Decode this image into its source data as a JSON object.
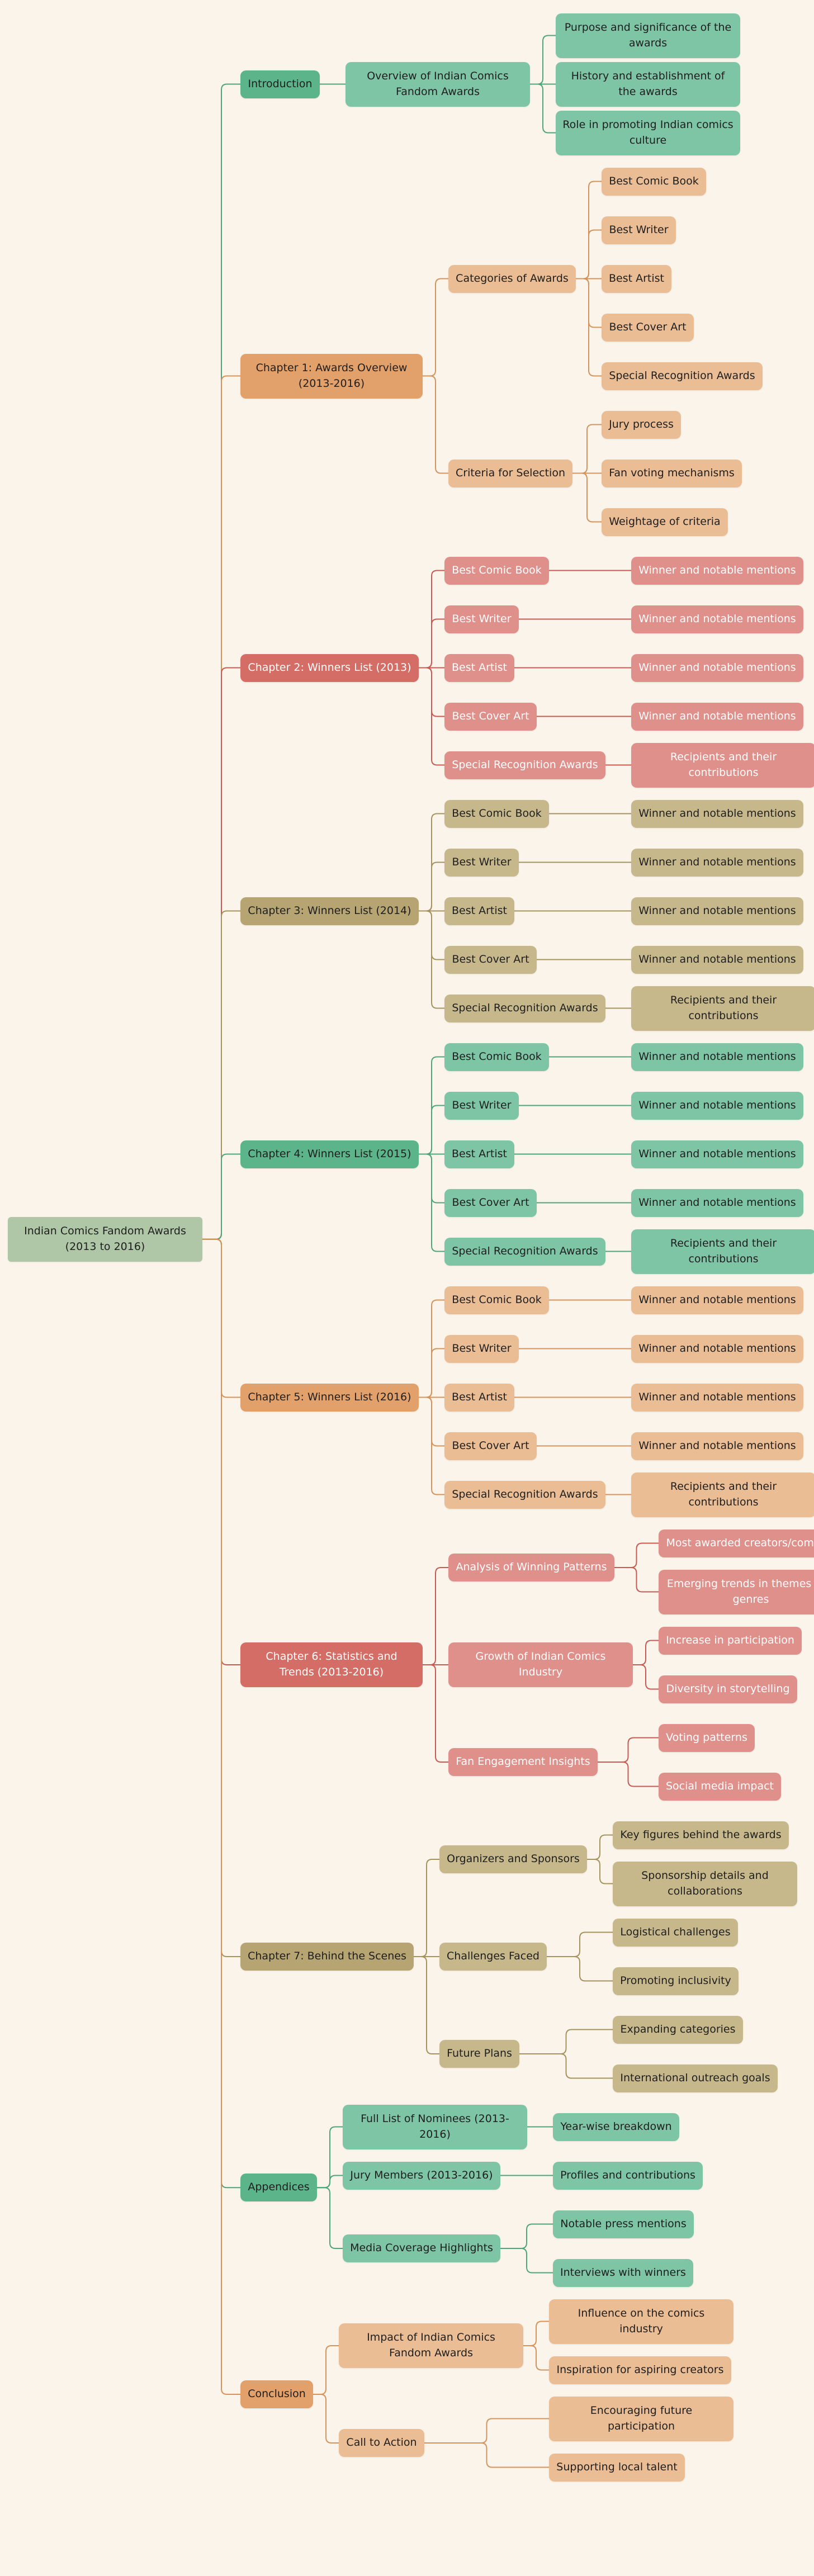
{
  "palette": {
    "green": {
      "l1": "#5cb48a",
      "l2": "#7ec5a5",
      "l3": "#7ec5a5",
      "line": "#4fa57a",
      "text1": "#1e1e1e"
    },
    "orange": {
      "l1": "#e2a06b",
      "l2": "#ebbd94",
      "l3": "#ebbd94",
      "line": "#d4935c",
      "text1": "#1e1e1e"
    },
    "red": {
      "l1": "#d46d65",
      "l2": "#df908b",
      "l3": "#df908b",
      "line": "#c75a52",
      "text1": "#ffffff"
    },
    "olive": {
      "l1": "#b6a472",
      "l2": "#c7b88c",
      "l3": "#c7b88c",
      "line": "#a5935f",
      "text1": "#1e1e1e"
    }
  },
  "root": {
    "label": "Indian Comics Fandom Awards (2013 to 2016)",
    "children": [
      {
        "label": "Introduction",
        "color": "green",
        "children": [
          {
            "label": "Overview of Indian Comics Fandom Awards",
            "children": [
              {
                "label": "Purpose and significance of the awards"
              },
              {
                "label": "History and establishment of the awards"
              },
              {
                "label": "Role in promoting Indian comics culture"
              }
            ]
          }
        ]
      },
      {
        "label": "Chapter 1: Awards Overview (2013-2016)",
        "color": "orange",
        "children": [
          {
            "label": "Categories of Awards",
            "children": [
              {
                "label": "Best Comic Book"
              },
              {
                "label": "Best Writer"
              },
              {
                "label": "Best Artist"
              },
              {
                "label": "Best Cover Art"
              },
              {
                "label": "Special Recognition Awards"
              }
            ]
          },
          {
            "label": "Criteria for Selection",
            "children": [
              {
                "label": "Jury process"
              },
              {
                "label": "Fan voting mechanisms"
              },
              {
                "label": "Weightage of criteria"
              }
            ]
          }
        ]
      },
      {
        "label": "Chapter 2: Winners List (2013)",
        "color": "red",
        "children": [
          {
            "label": "Best Comic Book",
            "children": [
              {
                "label": "Winner and notable mentions"
              }
            ]
          },
          {
            "label": "Best Writer",
            "children": [
              {
                "label": "Winner and notable mentions"
              }
            ]
          },
          {
            "label": "Best Artist",
            "children": [
              {
                "label": "Winner and notable mentions"
              }
            ]
          },
          {
            "label": "Best Cover Art",
            "children": [
              {
                "label": "Winner and notable mentions"
              }
            ]
          },
          {
            "label": "Special Recognition Awards",
            "children": [
              {
                "label": "Recipients and their contributions"
              }
            ]
          }
        ]
      },
      {
        "label": "Chapter 3: Winners List (2014)",
        "color": "olive",
        "children": [
          {
            "label": "Best Comic Book",
            "children": [
              {
                "label": "Winner and notable mentions"
              }
            ]
          },
          {
            "label": "Best Writer",
            "children": [
              {
                "label": "Winner and notable mentions"
              }
            ]
          },
          {
            "label": "Best Artist",
            "children": [
              {
                "label": "Winner and notable mentions"
              }
            ]
          },
          {
            "label": "Best Cover Art",
            "children": [
              {
                "label": "Winner and notable mentions"
              }
            ]
          },
          {
            "label": "Special Recognition Awards",
            "children": [
              {
                "label": "Recipients and their contributions"
              }
            ]
          }
        ]
      },
      {
        "label": "Chapter 4: Winners List (2015)",
        "color": "green",
        "children": [
          {
            "label": "Best Comic Book",
            "children": [
              {
                "label": "Winner and notable mentions"
              }
            ]
          },
          {
            "label": "Best Writer",
            "children": [
              {
                "label": "Winner and notable mentions"
              }
            ]
          },
          {
            "label": "Best Artist",
            "children": [
              {
                "label": "Winner and notable mentions"
              }
            ]
          },
          {
            "label": "Best Cover Art",
            "children": [
              {
                "label": "Winner and notable mentions"
              }
            ]
          },
          {
            "label": "Special Recognition Awards",
            "children": [
              {
                "label": "Recipients and their contributions"
              }
            ]
          }
        ]
      },
      {
        "label": "Chapter 5: Winners List (2016)",
        "color": "orange",
        "children": [
          {
            "label": "Best Comic Book",
            "children": [
              {
                "label": "Winner and notable mentions"
              }
            ]
          },
          {
            "label": "Best Writer",
            "children": [
              {
                "label": "Winner and notable mentions"
              }
            ]
          },
          {
            "label": "Best Artist",
            "children": [
              {
                "label": "Winner and notable mentions"
              }
            ]
          },
          {
            "label": "Best Cover Art",
            "children": [
              {
                "label": "Winner and notable mentions"
              }
            ]
          },
          {
            "label": "Special Recognition Awards",
            "children": [
              {
                "label": "Recipients and their contributions"
              }
            ]
          }
        ]
      },
      {
        "label": "Chapter 6: Statistics and Trends (2013-2016)",
        "color": "red",
        "children": [
          {
            "label": "Analysis of Winning Patterns",
            "children": [
              {
                "label": "Most awarded creators/comics"
              },
              {
                "label": "Emerging trends in themes and genres"
              }
            ]
          },
          {
            "label": "Growth of Indian Comics Industry",
            "children": [
              {
                "label": "Increase in participation"
              },
              {
                "label": "Diversity in storytelling"
              }
            ]
          },
          {
            "label": "Fan Engagement Insights",
            "children": [
              {
                "label": "Voting patterns"
              },
              {
                "label": "Social media impact"
              }
            ]
          }
        ]
      },
      {
        "label": "Chapter 7: Behind the Scenes",
        "color": "olive",
        "children": [
          {
            "label": "Organizers and Sponsors",
            "children": [
              {
                "label": "Key figures behind the awards"
              },
              {
                "label": "Sponsorship details and collaborations"
              }
            ]
          },
          {
            "label": "Challenges Faced",
            "children": [
              {
                "label": "Logistical challenges"
              },
              {
                "label": "Promoting inclusivity"
              }
            ]
          },
          {
            "label": "Future Plans",
            "children": [
              {
                "label": "Expanding categories"
              },
              {
                "label": "International outreach goals"
              }
            ]
          }
        ]
      },
      {
        "label": "Appendices",
        "color": "green",
        "children": [
          {
            "label": "Full List of Nominees (2013-2016)",
            "children": [
              {
                "label": "Year-wise breakdown"
              }
            ]
          },
          {
            "label": "Jury Members (2013-2016)",
            "children": [
              {
                "label": "Profiles and contributions"
              }
            ]
          },
          {
            "label": "Media Coverage Highlights",
            "children": [
              {
                "label": "Notable press mentions"
              },
              {
                "label": "Interviews with winners"
              }
            ]
          }
        ]
      },
      {
        "label": "Conclusion",
        "color": "orange",
        "children": [
          {
            "label": "Impact of Indian Comics Fandom Awards",
            "children": [
              {
                "label": "Influence on the comics industry"
              },
              {
                "label": "Inspiration for aspiring creators"
              }
            ]
          },
          {
            "label": "Call to Action",
            "children": [
              {
                "label": "Encouraging future participation"
              },
              {
                "label": "Supporting local talent"
              }
            ]
          }
        ]
      }
    ]
  }
}
